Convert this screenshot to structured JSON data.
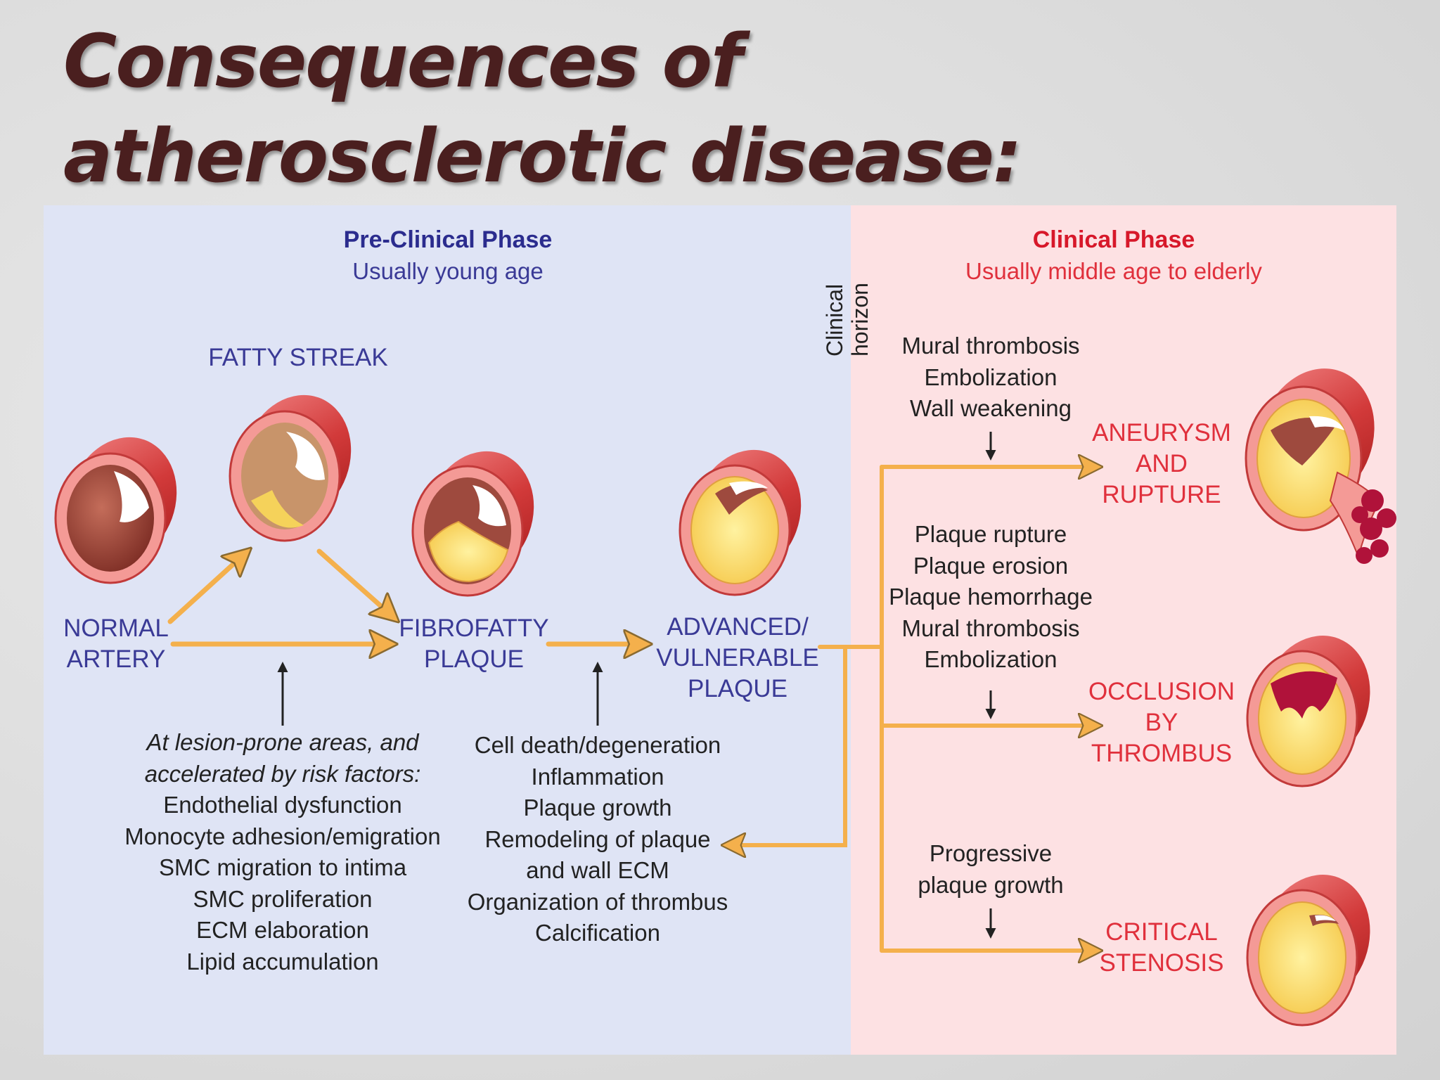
{
  "slide": {
    "title": "Consequences of atherosclerotic disease:"
  },
  "colors": {
    "preclinical_bg": "#dfe4f5",
    "clinical_bg": "#fde1e3",
    "arrow": "#f4b04c",
    "title": "#4a1f1f",
    "blue_text": "#2b2c8e",
    "red_text": "#e0303c"
  },
  "preclinical": {
    "title": "Pre-Clinical Phase",
    "subtitle": "Usually young age"
  },
  "clinical": {
    "title": "Clinical Phase",
    "subtitle": "Usually middle age to elderly"
  },
  "horizon": {
    "line1": "Clinical",
    "line2": "horizon"
  },
  "stages": {
    "fatty_streak": "FATTY STREAK",
    "normal": [
      "NORMAL",
      "ARTERY"
    ],
    "fibrofatty": [
      "FIBROFATTY",
      "PLAQUE"
    ],
    "advanced": [
      "ADVANCED/",
      "VULNERABLE",
      "PLAQUE"
    ]
  },
  "factors_left": {
    "intro": [
      "At lesion-prone areas, and",
      "accelerated by risk factors:"
    ],
    "items": [
      "Endothelial dysfunction",
      "Monocyte adhesion/emigration",
      "SMC migration to intima",
      "SMC proliferation",
      "ECM elaboration",
      "Lipid accumulation"
    ]
  },
  "factors_middle": {
    "items": [
      "Cell death/degeneration",
      "Inflammation",
      "Plaque growth",
      "Remodeling of plaque",
      "and wall ECM",
      "Organization of thrombus",
      "Calcification"
    ]
  },
  "mechanisms": {
    "aneurysm": [
      "Mural thrombosis",
      "Embolization",
      "Wall weakening"
    ],
    "occlusion": [
      "Plaque rupture",
      "Plaque erosion",
      "Plaque hemorrhage",
      "Mural thrombosis",
      "Embolization"
    ],
    "stenosis": [
      "Progressive",
      "plaque growth"
    ]
  },
  "outcomes": {
    "aneurysm": [
      "ANEURYSM",
      "AND",
      "RUPTURE"
    ],
    "occlusion": [
      "OCCLUSION",
      "BY",
      "THROMBUS"
    ],
    "stenosis": [
      "CRITICAL",
      "STENOSIS"
    ]
  }
}
